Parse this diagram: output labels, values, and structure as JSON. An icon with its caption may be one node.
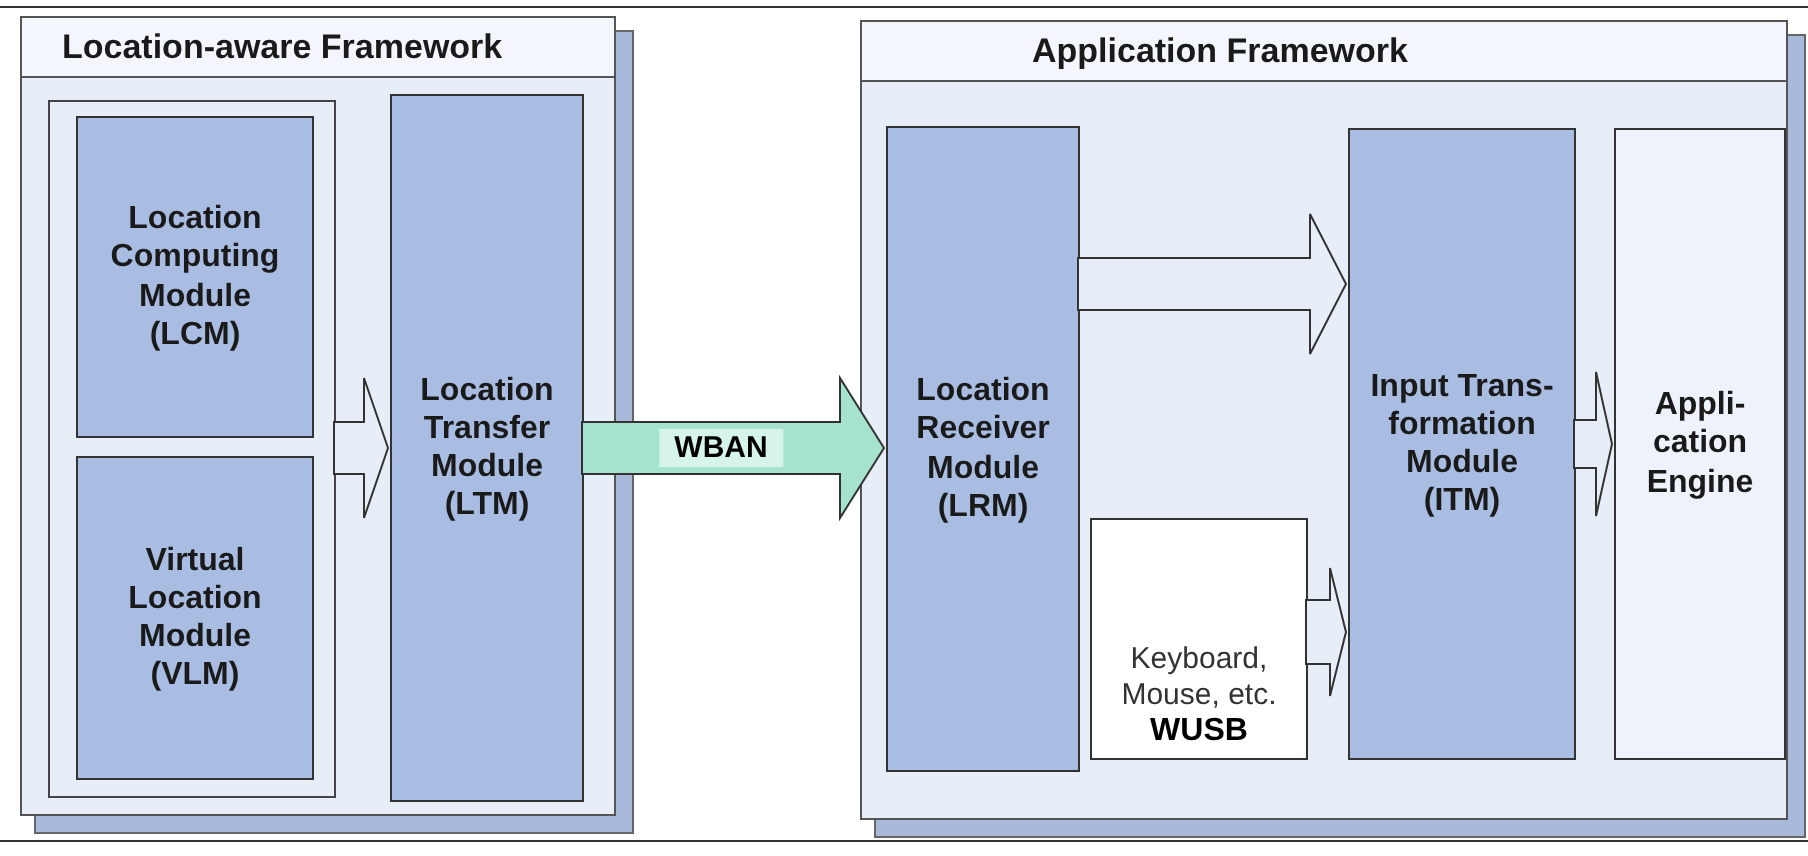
{
  "diagram": {
    "nodes": [
      {
        "text": [
          "Location-aware Framework"
        ]
      },
      {
        "text": [],
        "shape": "box",
        "in": 0
      },
      {
        "text": [
          "Location Computing Module (LCM)"
        ],
        "in": 1
      },
      {
        "text": [
          "Virtual Location Module (VLM)"
        ],
        "in": 1
      },
      {
        "text": [
          "Location Transfer Module (LTM)"
        ],
        "in": 0
      },
      {
        "text": [
          "Application Framework"
        ]
      },
      {
        "text": [
          "Location Receiver Module (LRM)"
        ],
        "in": 5
      },
      {
        "text": [
          "Keyboard, Mouse, etc.",
          "WUSB"
        ],
        "in": 5
      },
      {
        "text": [
          "Input Trans- formation Module (ITM)"
        ],
        "in": 5
      },
      {
        "text": [
          "Appli- cation Engine"
        ],
        "in": 5
      }
    ],
    "edges": [
      {
        "from": 1,
        "to": 4,
        "arrow": "to"
      },
      {
        "from": 4,
        "to": 6,
        "arrow": "to",
        "label": "WBAN",
        "color": "#a6e3cf"
      },
      {
        "from": 6,
        "to": 8,
        "arrow": "to"
      },
      {
        "from": 7,
        "to": 8,
        "arrow": "to"
      },
      {
        "from": 8,
        "to": 9,
        "arrow": "to"
      }
    ]
  }
}
